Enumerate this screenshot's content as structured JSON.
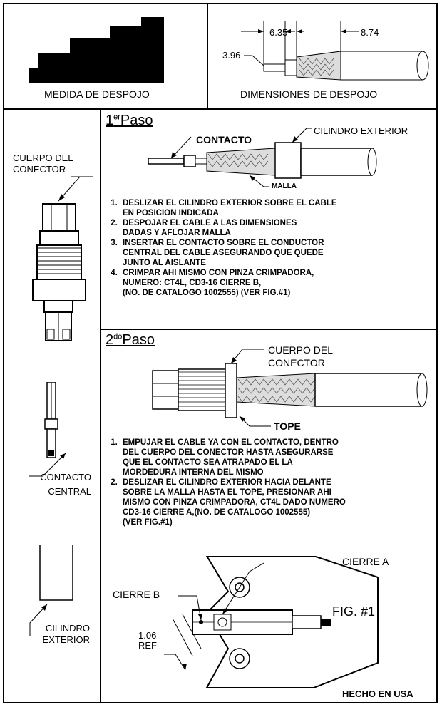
{
  "top_left": {
    "caption": "MEDIDA DE DESPOJO"
  },
  "top_right": {
    "caption": "DIMENSIONES DE DESPOJO",
    "dim_a": "3.96",
    "dim_b": "6.35",
    "dim_c": "8.74"
  },
  "left_column": {
    "connector_body_label": [
      "CUERPO DEL",
      "CONECTOR"
    ],
    "contact_label": [
      "CONTACTO",
      "CENTRAL"
    ],
    "cylinder_label": [
      "CILINDRO",
      "EXTERIOR"
    ]
  },
  "step1": {
    "title_num": "1",
    "title_sup": "er",
    "title_text": "Paso",
    "contact_label": "CONTACTO",
    "cylinder_label": "CILINDRO EXTERIOR",
    "mesh_label": "MALLA",
    "items": [
      [
        "DESLIZAR EL CILINDRO EXTERIOR SOBRE EL CABLE",
        "EN POSICION INDICADA"
      ],
      [
        "DESPOJAR EL CABLE A LAS DIMENSIONES",
        "DADAS Y AFLOJAR MALLA"
      ],
      [
        "INSERTAR EL CONTACTO SOBRE EL CONDUCTOR",
        "CENTRAL DEL CABLE ASEGURANDO QUE QUEDE",
        "JUNTO AL AISLANTE"
      ],
      [
        "CRIMPAR AHI MISMO CON PINZA CRIMPADORA,",
        "NUMERO: CT4L, CD3-16 CIERRE B,",
        "(NO. DE CATALOGO 1002555) (VER FIG.#1)"
      ]
    ]
  },
  "step2": {
    "title_num": "2",
    "title_sup": "do",
    "title_text": "Paso",
    "body_label": [
      "CUERPO DEL",
      "CONECTOR"
    ],
    "stop_label": "TOPE",
    "items": [
      [
        "EMPUJAR EL CABLE YA CON EL CONTACTO, DENTRO",
        "DEL CUERPO DEL CONECTOR HASTA ASEGURARSE",
        "QUE EL CONTACTO SEA ATRAPADO EL LA",
        "MORDEDURA INTERNA DEL MISMO"
      ],
      [
        "DESLIZAR EL CILINDRO EXTERIOR HACIA DELANTE",
        "SOBRE LA MALLA HASTA EL TOPE, PRESIONAR AHI",
        "MISMO CON PINZA CRIMPADORA, CT4L DADO NUMERO",
        "CD3-16 CIERRE A,(NO. DE CATALOGO 1002555)",
        "(VER FIG.#1)"
      ]
    ]
  },
  "figure": {
    "closure_a": "CIERRE A",
    "closure_b": "CIERRE B",
    "ref_value": "1.06",
    "ref_label": "REF",
    "fig_label": "FIG. #1"
  },
  "footer": {
    "made_in": "HECHO EN USA"
  }
}
